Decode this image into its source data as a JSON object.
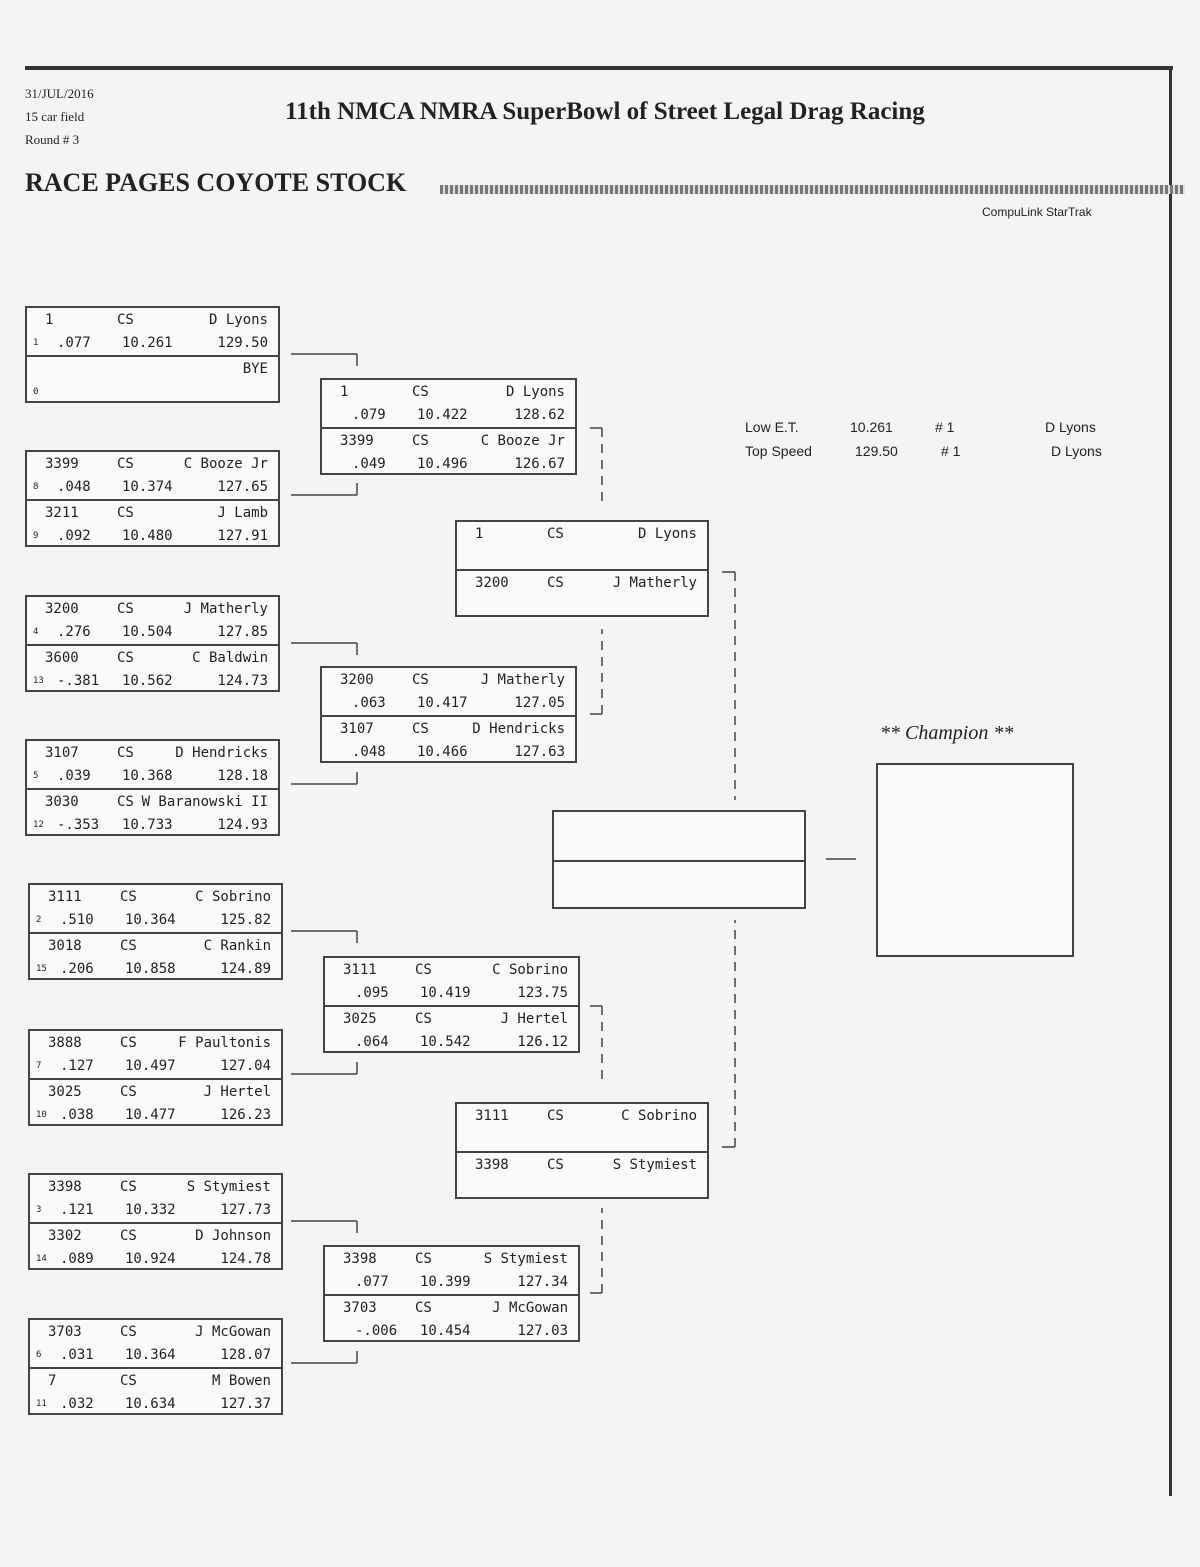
{
  "header": {
    "date": "31/JUL/2016",
    "field": "15 car field",
    "round": "Round # 3",
    "title": "11th NMCA NMRA SuperBowl of Street Legal Drag Racing",
    "class_name": "RACE PAGES COYOTE STOCK",
    "brand": "CompuLink StarTrak"
  },
  "stats": {
    "low_et_label": "Low  E.T.",
    "low_et": "10.261",
    "low_et_num": "# 1",
    "low_et_driver": "D Lyons",
    "top_speed_label": "Top Speed",
    "top_speed": "129.50",
    "top_speed_num": "# 1",
    "top_speed_driver": "D Lyons"
  },
  "champion_label": "** Champion **",
  "round1": [
    [
      {
        "car": "1",
        "cls": "CS",
        "driver": "D Lyons",
        "seed": "1",
        "rt": ".077",
        "et": "10.261",
        "mph": "129.50"
      },
      {
        "car": "",
        "cls": "",
        "driver": "BYE",
        "seed": "0",
        "rt": "",
        "et": "",
        "mph": ""
      }
    ],
    [
      {
        "car": "3399",
        "cls": "CS",
        "driver": "C Booze Jr",
        "seed": "8",
        "rt": ".048",
        "et": "10.374",
        "mph": "127.65"
      },
      {
        "car": "3211",
        "cls": "CS",
        "driver": "J Lamb",
        "seed": "9",
        "rt": ".092",
        "et": "10.480",
        "mph": "127.91"
      }
    ],
    [
      {
        "car": "3200",
        "cls": "CS",
        "driver": "J Matherly",
        "seed": "4",
        "rt": ".276",
        "et": "10.504",
        "mph": "127.85"
      },
      {
        "car": "3600",
        "cls": "CS",
        "driver": "C Baldwin",
        "seed": "13",
        "rt": "-.381",
        "et": "10.562",
        "mph": "124.73"
      }
    ],
    [
      {
        "car": "3107",
        "cls": "CS",
        "driver": "D Hendricks",
        "seed": "5",
        "rt": ".039",
        "et": "10.368",
        "mph": "128.18"
      },
      {
        "car": "3030",
        "cls": "CS",
        "driver": "W Baranowski II",
        "seed": "12",
        "rt": "-.353",
        "et": "10.733",
        "mph": "124.93"
      }
    ],
    [
      {
        "car": "3111",
        "cls": "CS",
        "driver": "C Sobrino",
        "seed": "2",
        "rt": ".510",
        "et": "10.364",
        "mph": "125.82"
      },
      {
        "car": "3018",
        "cls": "CS",
        "driver": "C Rankin",
        "seed": "15",
        "rt": ".206",
        "et": "10.858",
        "mph": "124.89"
      }
    ],
    [
      {
        "car": "3888",
        "cls": "CS",
        "driver": "F Paultonis",
        "seed": "7",
        "rt": ".127",
        "et": "10.497",
        "mph": "127.04"
      },
      {
        "car": "3025",
        "cls": "CS",
        "driver": "J Hertel",
        "seed": "10",
        "rt": ".038",
        "et": "10.477",
        "mph": "126.23"
      }
    ],
    [
      {
        "car": "3398",
        "cls": "CS",
        "driver": "S Stymiest",
        "seed": "3",
        "rt": ".121",
        "et": "10.332",
        "mph": "127.73"
      },
      {
        "car": "3302",
        "cls": "CS",
        "driver": "D Johnson",
        "seed": "14",
        "rt": ".089",
        "et": "10.924",
        "mph": "124.78"
      }
    ],
    [
      {
        "car": "3703",
        "cls": "CS",
        "driver": "J McGowan",
        "seed": "6",
        "rt": ".031",
        "et": "10.364",
        "mph": "128.07"
      },
      {
        "car": "7",
        "cls": "CS",
        "driver": "M Bowen",
        "seed": "11",
        "rt": ".032",
        "et": "10.634",
        "mph": "127.37"
      }
    ]
  ],
  "round2": [
    [
      {
        "car": "1",
        "cls": "CS",
        "driver": "D Lyons",
        "rt": ".079",
        "et": "10.422",
        "mph": "128.62"
      },
      {
        "car": "3399",
        "cls": "CS",
        "driver": "C Booze Jr",
        "rt": ".049",
        "et": "10.496",
        "mph": "126.67"
      }
    ],
    [
      {
        "car": "3200",
        "cls": "CS",
        "driver": "J Matherly",
        "rt": ".063",
        "et": "10.417",
        "mph": "127.05"
      },
      {
        "car": "3107",
        "cls": "CS",
        "driver": "D Hendricks",
        "rt": ".048",
        "et": "10.466",
        "mph": "127.63"
      }
    ],
    [
      {
        "car": "3111",
        "cls": "CS",
        "driver": "C Sobrino",
        "rt": ".095",
        "et": "10.419",
        "mph": "123.75"
      },
      {
        "car": "3025",
        "cls": "CS",
        "driver": "J Hertel",
        "rt": ".064",
        "et": "10.542",
        "mph": "126.12"
      }
    ],
    [
      {
        "car": "3398",
        "cls": "CS",
        "driver": "S Stymiest",
        "rt": ".077",
        "et": "10.399",
        "mph": "127.34"
      },
      {
        "car": "3703",
        "cls": "CS",
        "driver": "J McGowan",
        "rt": "-.006",
        "et": "10.454",
        "mph": "127.03"
      }
    ]
  ],
  "round3": [
    [
      {
        "car": "1",
        "cls": "CS",
        "driver": "D Lyons"
      },
      {
        "car": "3200",
        "cls": "CS",
        "driver": "J Matherly"
      }
    ],
    [
      {
        "car": "3111",
        "cls": "CS",
        "driver": "C Sobrino"
      },
      {
        "car": "3398",
        "cls": "CS",
        "driver": "S Stymiest"
      }
    ]
  ]
}
